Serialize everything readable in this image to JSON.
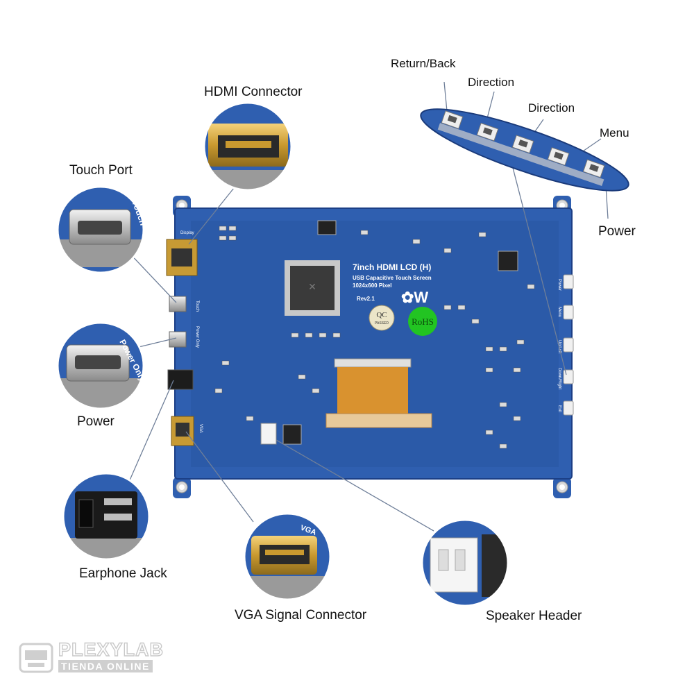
{
  "callouts": {
    "hdmi_connector": "HDMI Connector",
    "touch_port": "Touch Port",
    "power": "Power",
    "earphone_jack": "Earphone Jack",
    "vga_signal_connector": "VGA Signal Connector",
    "speaker_header": "Speaker Header",
    "return_back": "Return/Back",
    "direction_1": "Direction",
    "direction_2": "Direction",
    "menu": "Menu",
    "power_button": "Power"
  },
  "board": {
    "title": "7inch HDMI LCD (H)",
    "subtitle": "USB Capacitive Touch Screen",
    "resolution": "1024x600 Pixel",
    "revision": "Rev2.1",
    "qc_label": "QC",
    "qc_passed": "PASSED",
    "rohs": "RoHS",
    "silk_display": "Display",
    "silk_touch": "Touch",
    "silk_power_only": "Power Only",
    "silk_vga": "VGA",
    "silk_power": "Power",
    "silk_menu": "Menu",
    "silk_up_left": "Up/Left",
    "silk_down_right": "Down/Right",
    "silk_exit": "Exit",
    "zoom_touch": "Touch",
    "zoom_power_only": "Power Only",
    "zoom_vga": "VGA"
  },
  "watermark": {
    "brand": "PLEXYLAB",
    "tagline": "TIENDA ONLINE"
  },
  "colors": {
    "pcb_blue": "#2f5fb0",
    "pcb_dark": "#1e4690",
    "flex_cable": "#d9922f",
    "rohs_green": "#22c422"
  }
}
